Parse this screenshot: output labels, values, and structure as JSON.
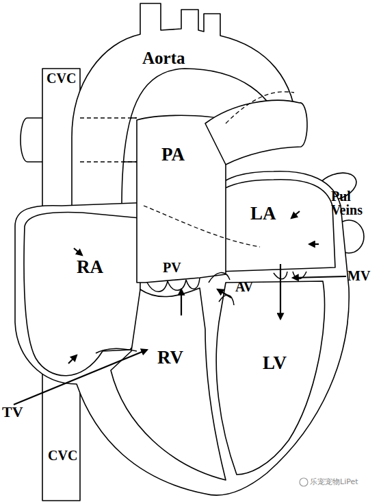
{
  "diagram": {
    "labels": [
      "Aorta",
      "CVC",
      "PA",
      "Pul Veins",
      "LA",
      "RA",
      "PV",
      "MV",
      "AV",
      "RV",
      "LV",
      "TV",
      "CVC",
      "乐宠宠物LiPet"
    ]
  }
}
